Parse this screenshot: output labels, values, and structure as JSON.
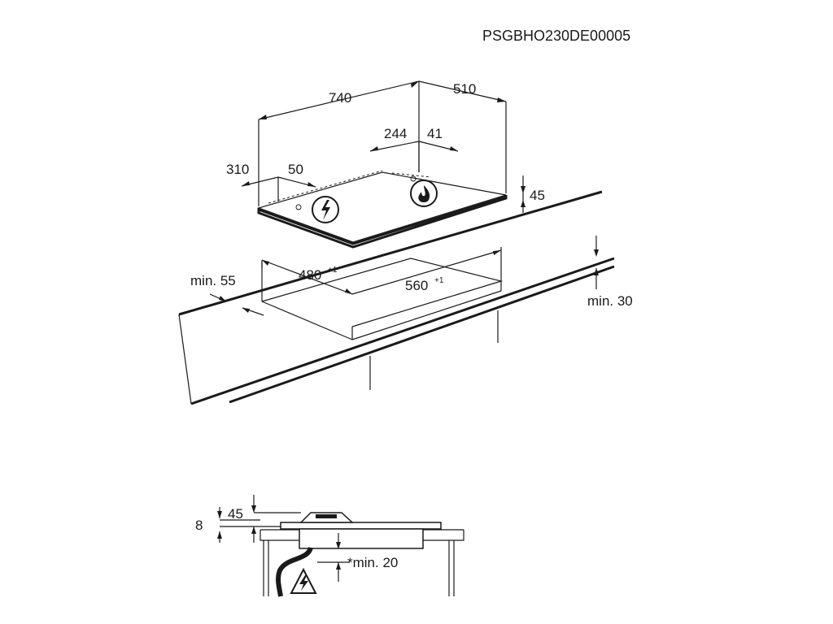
{
  "doc_code": "PSGBHO230DE00005",
  "top_view": {
    "width_label": "740",
    "depth_label": "510",
    "burner_a": "244",
    "burner_b": "41",
    "left_a": "310",
    "left_b": "50",
    "height_label": "45"
  },
  "cutout": {
    "min_front": "min. 55",
    "depth": "480",
    "depth_tol": "+1",
    "width": "560",
    "width_tol": "+1",
    "min_wall": "min. 30"
  },
  "section": {
    "left_label": "8",
    "top_label": "45",
    "bottom_label": "*min. 20"
  },
  "icons": [
    "electric-warning-icon",
    "gas-flame-icon"
  ]
}
